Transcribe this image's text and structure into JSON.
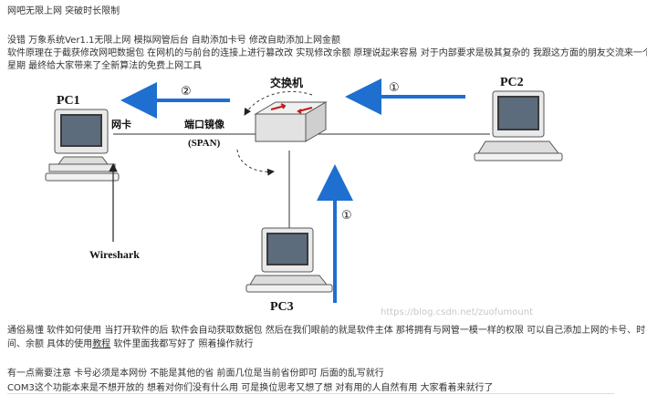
{
  "title": "网吧无限上网 突破时长限制",
  "intro_line1": "没错 万象系统Ver1.1无限上网 模拟网管后台 自助添加卡号 修改自助添加上网金额",
  "intro_line2": "软件原理在于截获修改网吧数据包 在网机的与前台的连接上进行篡改改 实现修改余额 原理说起来容易 对于内部要求是极其复杂的 我跟这方面的朋友交流来一个",
  "intro_line3": "星期 最终给大家带来了全新算法的免费上网工具",
  "diagram": {
    "pc1": "PC1",
    "pc2": "PC2",
    "pc3": "PC3",
    "switch": "交换机",
    "nic": "网卡",
    "mirror": "端口镜像",
    "span": "(SPAN)",
    "wireshark": "Wireshark",
    "step1_right": "①",
    "step2_left": "②",
    "step1_bottom": "①",
    "watermark": "https://blog.csdn.net/zuofumount"
  },
  "para2_line1": "通俗易懂 软件如何使用 当打开软件的后 软件会自动获取数据包 然后在我们眼前的就是软件主体 那将拥有与网管一模一样的权限 可以自己添加上网的卡号、时",
  "para2_line2_prefix": "间、余额 具体的使用",
  "para2_link": "教程",
  "para2_line2_suffix": " 软件里面我都写好了 照着操作就行",
  "para3_line1": "有一点需要注意 卡号必须是本网份 不能是其他的省 前面几位是当前省份即可 后面的乱写就行",
  "para3_line2": "COM3这个功能本来是不想开放的 想着对你们没有什么用 可是换位思考又想了想 对有用的人自然有用 大家看着来就行了"
}
